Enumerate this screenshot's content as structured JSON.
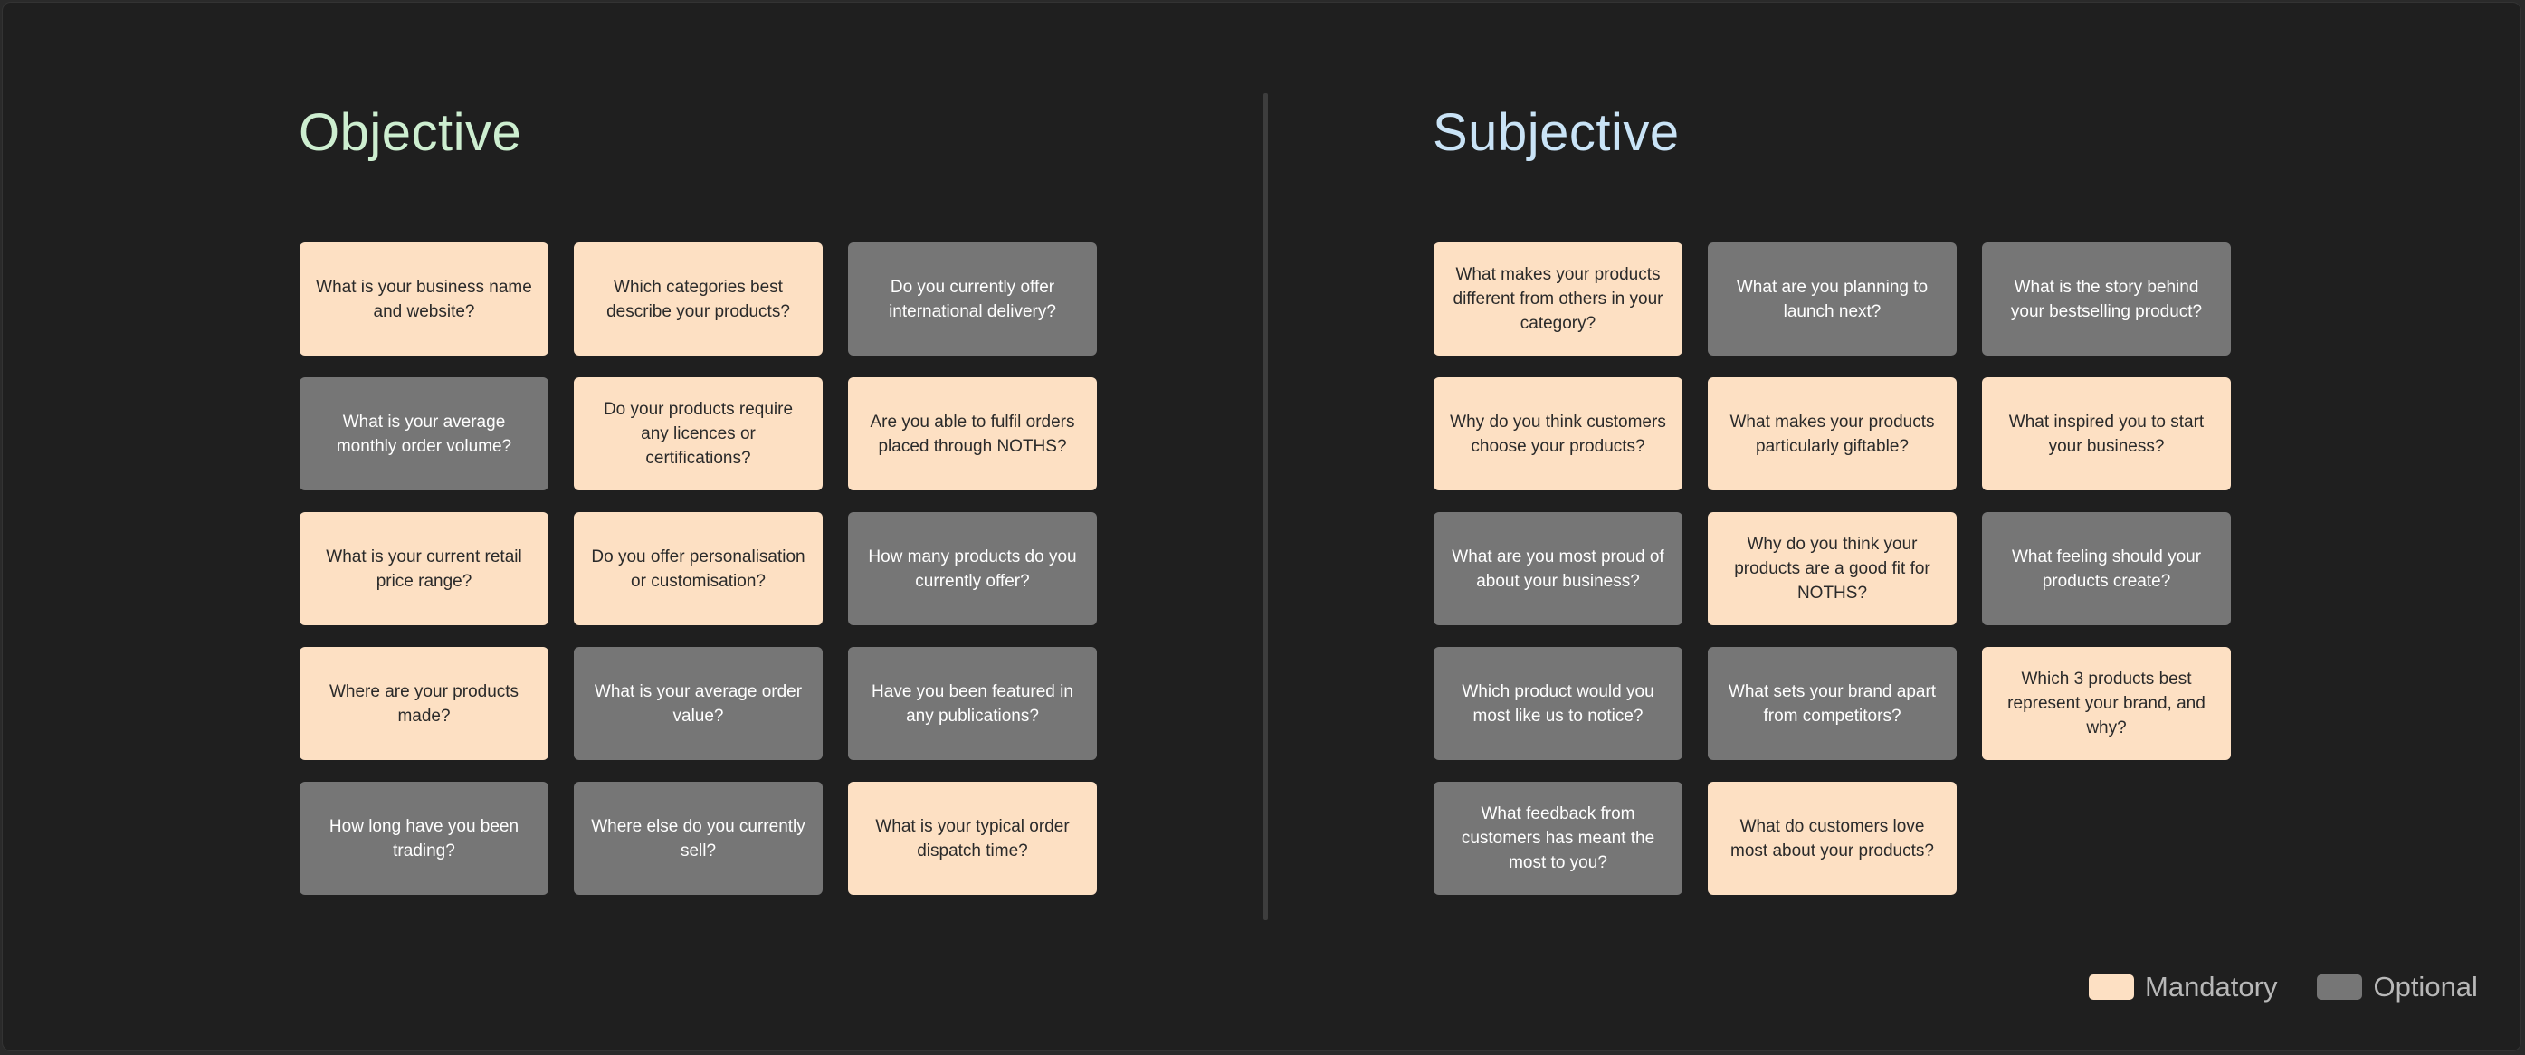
{
  "colors": {
    "background": "#1f1f1f",
    "mandatory": "#fde0c3",
    "optional": "#767676",
    "objective_title": "#cdeed0",
    "subjective_title": "#c9e3f6"
  },
  "objective": {
    "title": "Objective",
    "cards": [
      {
        "text": "What is your business name and website?",
        "status": "mandatory"
      },
      {
        "text": "Which categories best describe your products?",
        "status": "mandatory"
      },
      {
        "text": "Do you currently offer international delivery?",
        "status": "optional"
      },
      {
        "text": "What is your average monthly order volume?",
        "status": "optional"
      },
      {
        "text": "Do your products require any licences or certifications?",
        "status": "mandatory"
      },
      {
        "text": "Are you able to fulfil orders placed through NOTHS?",
        "status": "mandatory"
      },
      {
        "text": "What is your current retail price range?",
        "status": "mandatory"
      },
      {
        "text": "Do you offer personalisation or customisation?",
        "status": "mandatory"
      },
      {
        "text": "How many products do you currently offer?",
        "status": "optional"
      },
      {
        "text": "Where are your products made?",
        "status": "mandatory"
      },
      {
        "text": "What is your average order value?",
        "status": "optional"
      },
      {
        "text": "Have you been featured in any publications?",
        "status": "optional"
      },
      {
        "text": "How long have you been trading?",
        "status": "optional"
      },
      {
        "text": "Where else do you currently sell?",
        "status": "optional"
      },
      {
        "text": "What is your typical order dispatch time?",
        "status": "mandatory"
      }
    ]
  },
  "subjective": {
    "title": "Subjective",
    "cards": [
      {
        "text": "What makes your products different from others in your category?",
        "status": "mandatory"
      },
      {
        "text": "What are you planning to launch next?",
        "status": "optional"
      },
      {
        "text": "What is the story behind your bestselling product?",
        "status": "optional"
      },
      {
        "text": "Why do you think customers choose your products?",
        "status": "mandatory"
      },
      {
        "text": "What makes your products particularly giftable?",
        "status": "mandatory"
      },
      {
        "text": "What inspired you to start your business?",
        "status": "mandatory"
      },
      {
        "text": "What are you most proud of about your business?",
        "status": "optional"
      },
      {
        "text": "Why do you think your products are a good fit for NOTHS?",
        "status": "mandatory"
      },
      {
        "text": "What feeling should your products create?",
        "status": "optional"
      },
      {
        "text": "Which product would you most like us to notice?",
        "status": "optional"
      },
      {
        "text": "What sets your brand apart from competitors?",
        "status": "optional"
      },
      {
        "text": "Which 3 products best represent your brand, and why?",
        "status": "mandatory"
      },
      {
        "text": "What feedback from customers has meant the most to you?",
        "status": "optional"
      },
      {
        "text": "What do customers love most about your products?",
        "status": "mandatory"
      }
    ]
  },
  "legend": {
    "mandatory_label": "Mandatory",
    "optional_label": "Optional"
  }
}
